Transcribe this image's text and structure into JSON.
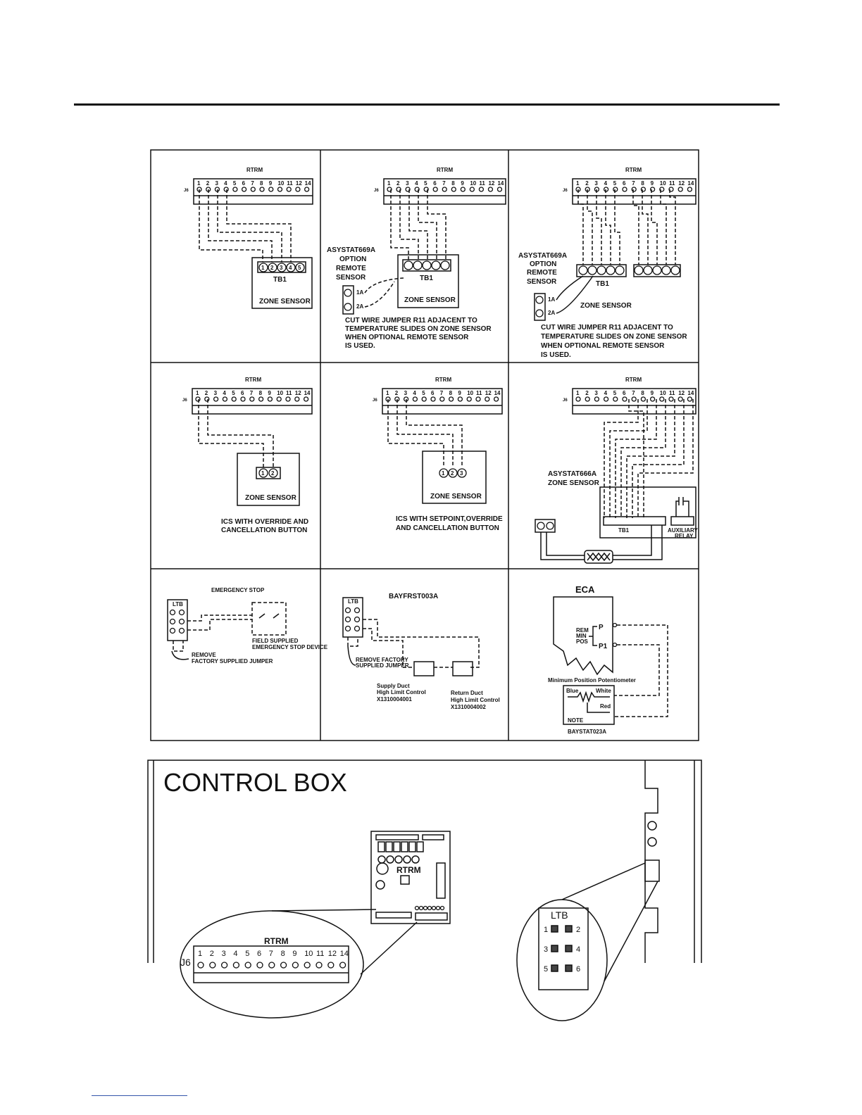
{
  "board_label": "RTRM",
  "connector_label": "J6",
  "pin_numbers": [
    "1",
    "2",
    "3",
    "4",
    "5",
    "6",
    "7",
    "8",
    "9",
    "10",
    "11",
    "12",
    "14"
  ],
  "panels": {
    "p1": {
      "tb_label": "TB1",
      "title": "ZONE SENSOR",
      "terms": [
        "1",
        "2",
        "3",
        "4",
        "5"
      ]
    },
    "p2": {
      "opt1": "ASYSTAT669A",
      "opt2": "OPTION",
      "opt3": "REMOTE",
      "opt4": "SENSOR",
      "t1a": "1A",
      "t2a": "2A",
      "tb_label": "TB1",
      "title": "ZONE SENSOR",
      "note1": "CUT WIRE JUMPER R11 ADJACENT TO",
      "note2": "TEMPERATURE SLIDES ON ZONE SENSOR",
      "note3": "WHEN OPTIONAL REMOTE SENSOR",
      "note4": "IS USED."
    },
    "p3": {
      "opt1": "ASYSTAT669A",
      "opt2": "OPTION",
      "opt3": "REMOTE",
      "opt4": "SENSOR",
      "t1a": "1A",
      "t2a": "2A",
      "tb_label": "TB1",
      "title": "ZONE SENSOR",
      "note1": "CUT WIRE JUMPER R11 ADJACENT TO",
      "note2": "TEMPERATURE SLIDES ON ZONE SENSOR",
      "note3": "WHEN OPTIONAL REMOTE SENSOR",
      "note4": "IS USED."
    },
    "p4": {
      "title": "ZONE SENSOR",
      "cap1": "ICS WITH OVERRIDE AND",
      "cap2": "CANCELLATION BUTTON"
    },
    "p5": {
      "title": "ZONE SENSOR",
      "cap1": "ICS WITH SETPOINT,OVERRIDE",
      "cap2": "AND CANCELLATION BUTTON"
    },
    "p6": {
      "model1": "ASYSTAT666A",
      "model2": "ZONE SENSOR",
      "tb_label": "TB1",
      "aux1": "AUXILIARY",
      "aux2": "RELAY"
    },
    "p7": {
      "title": "EMERGENCY STOP",
      "ltb": "LTB",
      "field1": "FIELD SUPPLIED",
      "field2": "EMERGENCY STOP DEVICE",
      "rem1": "REMOVE",
      "rem2": "FACTORY SUPPLIED JUMPER"
    },
    "p8": {
      "title": "BAYFRST003A",
      "ltb": "LTB",
      "rem1": "REMOVE FACTORY",
      "rem2": "SUPPLIED JUMPER",
      "sup1": "Supply Duct",
      "sup2": "High Limit Control",
      "sup3": "X1310004001",
      "ret1": "Return Duct",
      "ret2": "High Limit Control",
      "ret3": "X1310004002"
    },
    "p9": {
      "title": "ECA",
      "rem": "REM",
      "min": "MIN",
      "pos": "POS",
      "p": "P",
      "p1": "P1",
      "pot": "Minimum Position Potentiometer",
      "blue": "Blue",
      "white": "White",
      "red": "Red",
      "note": "NOTE",
      "model": "BAYSTAT023A"
    }
  },
  "control_box": {
    "title": "CONTROL BOX",
    "board_label": "RTRM",
    "zoom_rtrm_label": "RTRM",
    "zoom_j6": "J6",
    "ltb_label": "LTB",
    "ltb_pins": [
      "1",
      "2",
      "3",
      "4",
      "5",
      "6"
    ]
  }
}
